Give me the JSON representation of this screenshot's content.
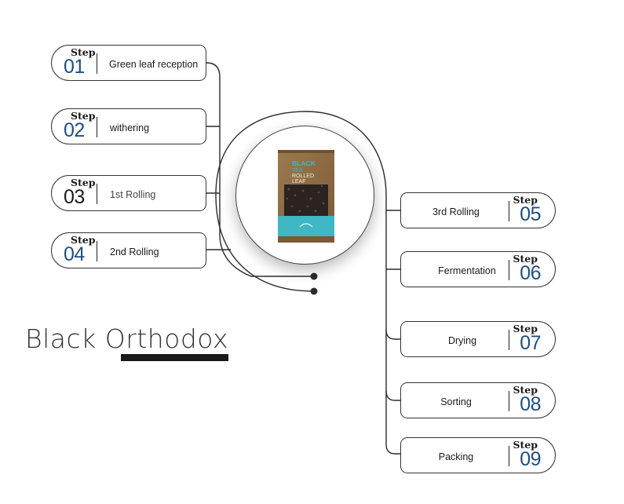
{
  "title": "Black Orthodox",
  "step_word": "Step",
  "colors": {
    "line": "#2b2b2b",
    "number_dark": "#1a1a1a",
    "number_blue": "#1d4f82",
    "bag_teal": "#3fb7c4",
    "bag_kraft": "#8b6a44"
  },
  "product": {
    "icon": "tea-bag-icon",
    "bag_text": [
      "BLACK",
      "TEA",
      "ROLLED",
      "LEAF"
    ]
  },
  "steps": [
    {
      "number": "01",
      "label": "Green leaf reception"
    },
    {
      "number": "02",
      "label": "withering"
    },
    {
      "number": "03",
      "label": "1st Rolling"
    },
    {
      "number": "04",
      "label": "2nd Rolling"
    },
    {
      "number": "05",
      "label": "3rd Rolling"
    },
    {
      "number": "06",
      "label": "Fermentation"
    },
    {
      "number": "07",
      "label": "Drying"
    },
    {
      "number": "08",
      "label": "Sorting"
    },
    {
      "number": "09",
      "label": "Packing"
    }
  ]
}
